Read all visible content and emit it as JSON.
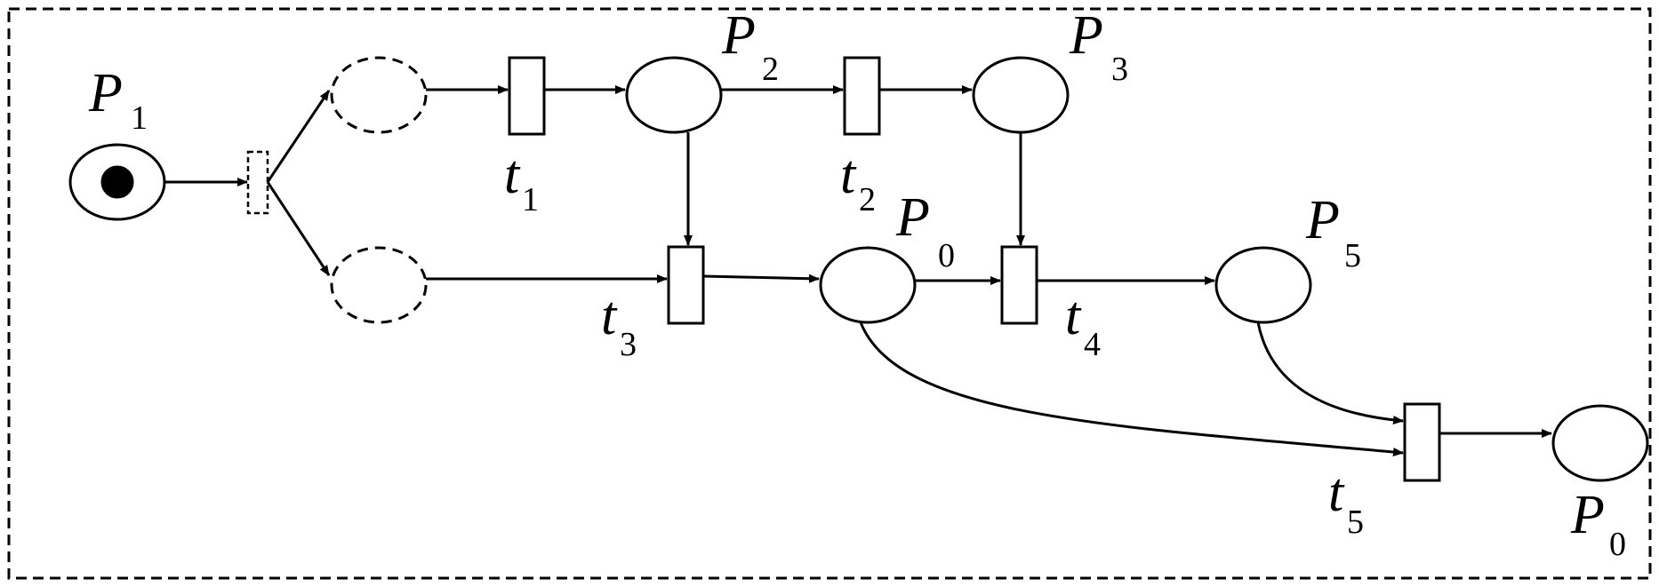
{
  "places": {
    "p1": {
      "name": "P",
      "sub": "1",
      "marked": true
    },
    "p2": {
      "name": "P",
      "sub": "2"
    },
    "p3": {
      "name": "P",
      "sub": "3"
    },
    "p0_mid": {
      "name": "P",
      "sub": "0"
    },
    "p5": {
      "name": "P",
      "sub": "5"
    },
    "p0_end": {
      "name": "P",
      "sub": "0"
    }
  },
  "transitions": {
    "t1": {
      "name": "t",
      "sub": "1"
    },
    "t2": {
      "name": "t",
      "sub": "2"
    },
    "t3": {
      "name": "t",
      "sub": "3"
    },
    "t4": {
      "name": "t",
      "sub": "4"
    },
    "t5": {
      "name": "t",
      "sub": "5"
    }
  },
  "colors": {
    "stroke": "#000000",
    "background": "#ffffff"
  }
}
